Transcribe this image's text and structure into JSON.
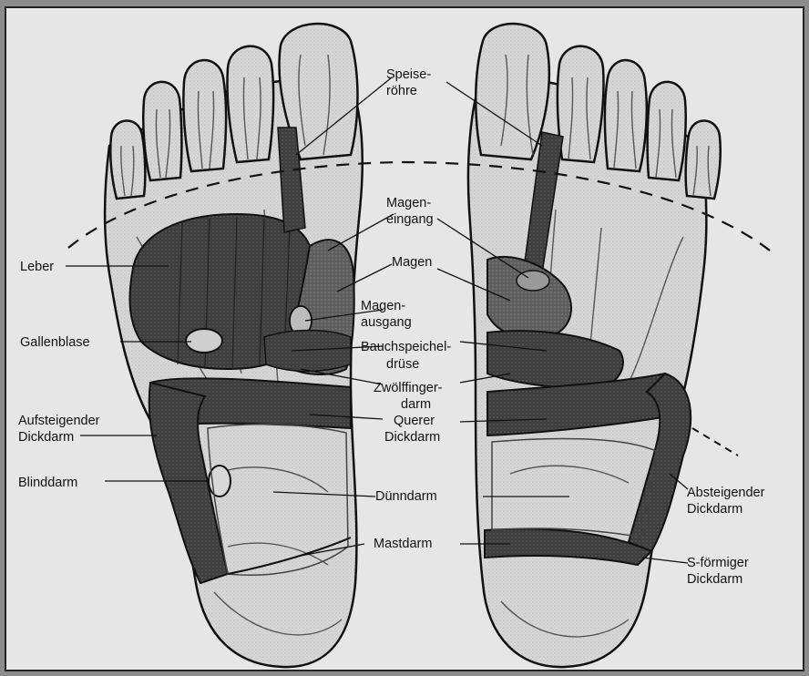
{
  "labels": {
    "speiseroehre_1": "Speise-",
    "speiseroehre_2": "röhre",
    "mageneingang_1": "Magen-",
    "mageneingang_2": "eingang",
    "magen": "Magen",
    "magenausgang_1": "Magen-",
    "magenausgang_2": "ausgang",
    "bauchspeicheldruese_1": "Bauchspeichel-",
    "bauchspeicheldruese_2": "drüse",
    "zwoelffingerdarm_1": "Zwölffinger-",
    "zwoelffingerdarm_2": "darm",
    "querer_dickdarm_1": "Querer",
    "querer_dickdarm_2": "Dickdarm",
    "duenndarm": "Dünndarm",
    "mastdarm": "Mastdarm",
    "leber": "Leber",
    "gallenblase": "Gallenblase",
    "aufsteigender_dickdarm_1": "Aufsteigender",
    "aufsteigender_dickdarm_2": "Dickdarm",
    "blinddarm": "Blinddarm",
    "absteigender_dickdarm_1": "Absteigender",
    "absteigender_dickdarm_2": "Dickdarm",
    "s_foermiger_dickdarm_1": "S-förmiger",
    "s_foermiger_dickdarm_2": "Dickdarm"
  },
  "colors": {
    "background": "#8a8a8a",
    "frame": "#ececec",
    "foot_fill": "#dcdcdc",
    "zone_dark": "#3a3a3a",
    "zone_mid": "#5a5a5a",
    "line": "#111111"
  }
}
